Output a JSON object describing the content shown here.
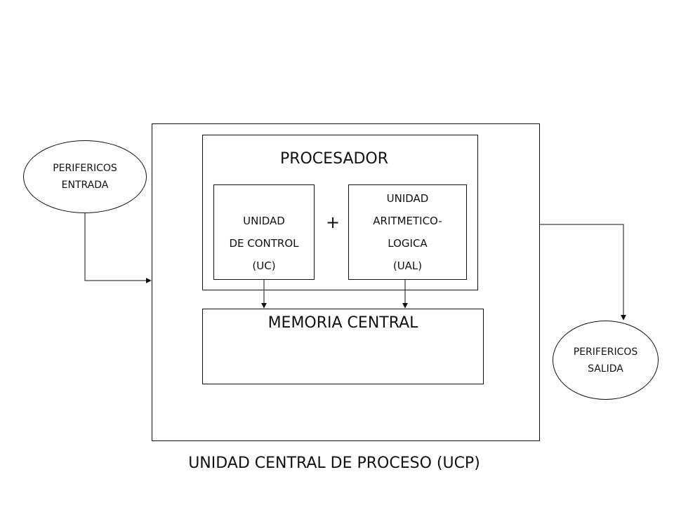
{
  "ucp": {
    "caption": "UNIDAD CENTRAL DE PROCESO (UCP)"
  },
  "processor": {
    "title": "PROCESADOR",
    "plus": "+"
  },
  "control_unit": {
    "lines": [
      "UNIDAD",
      "DE CONTROL",
      "(UC)"
    ]
  },
  "alu": {
    "lines": [
      "UNIDAD",
      "ARITMETICO-",
      "LOGICA",
      "(UAL)"
    ]
  },
  "memory": {
    "title": "MEMORIA CENTRAL"
  },
  "input_peripherals": {
    "lines": [
      "PERIFERICOS",
      "ENTRADA"
    ]
  },
  "output_peripherals": {
    "lines": [
      "PERIFERICOS",
      "SALIDA"
    ]
  },
  "colors": {
    "stroke": "#111111",
    "background": "#ffffff"
  }
}
